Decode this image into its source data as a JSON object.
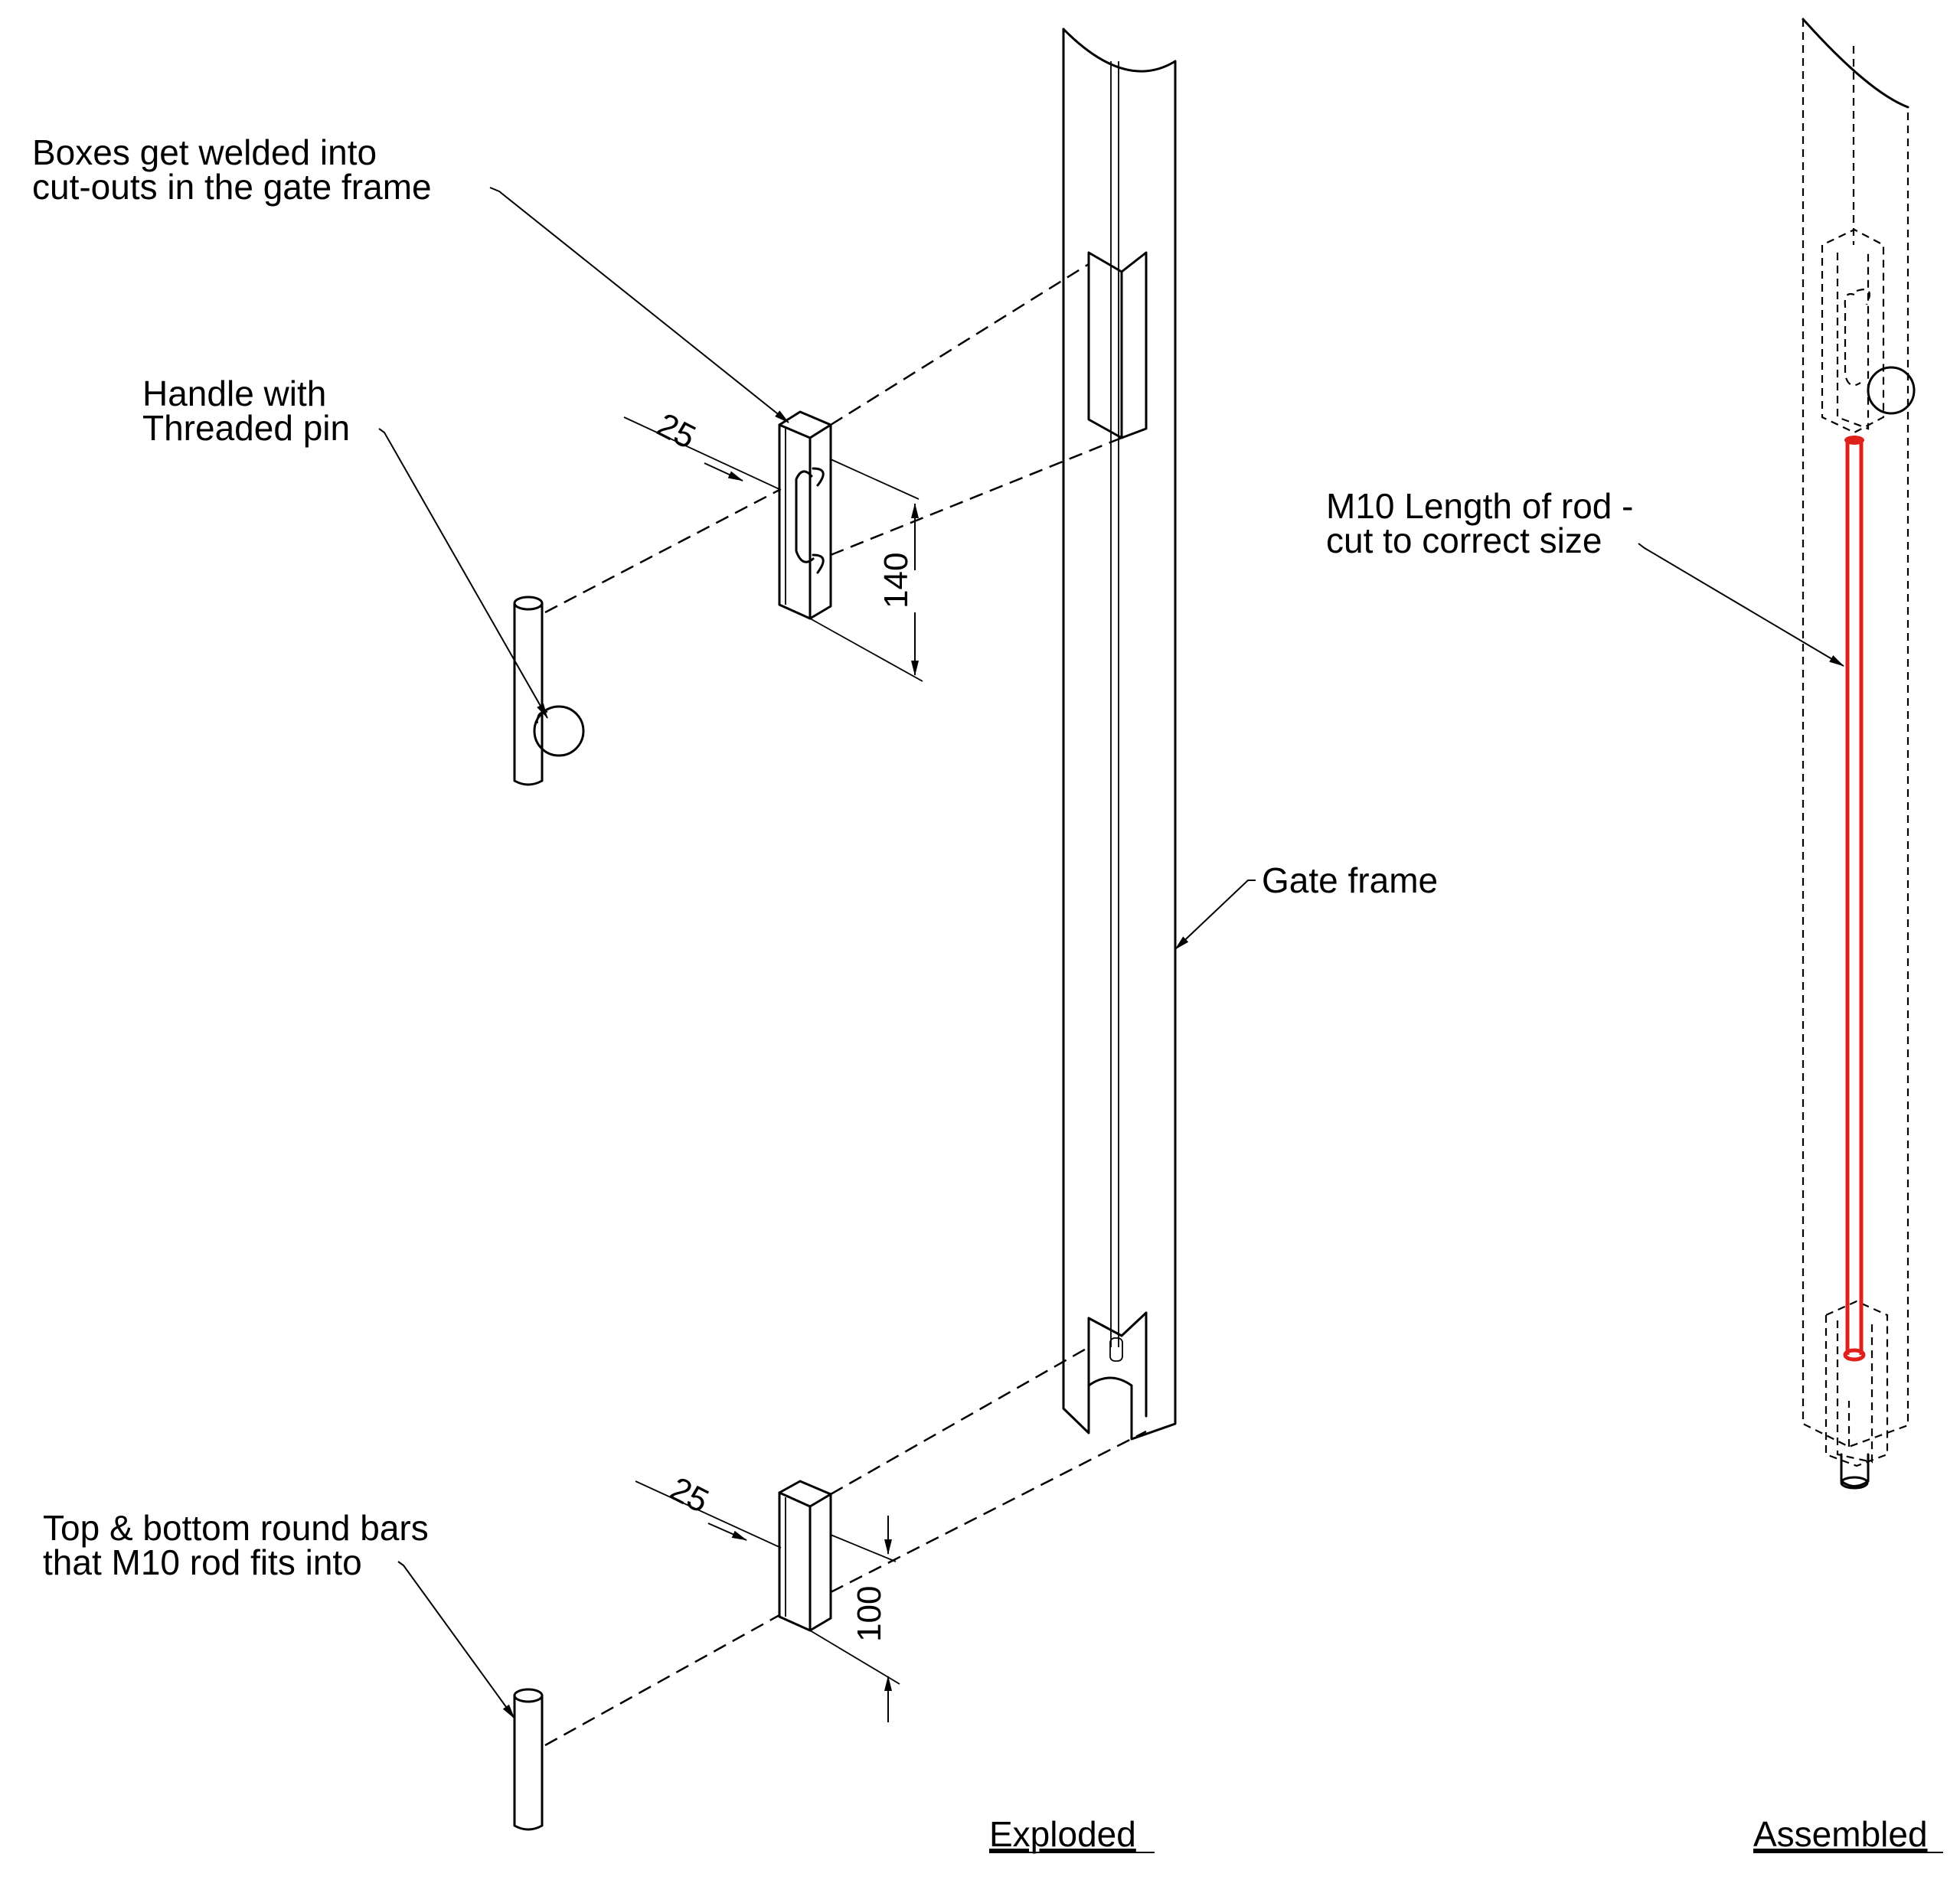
{
  "annotations": {
    "boxes_line1": "Boxes get welded into",
    "boxes_line2": "cut-outs in the gate frame",
    "handle_line1": "Handle with",
    "handle_line2": "Threaded pin",
    "bars_line1": "Top & bottom round bars",
    "bars_line2": "that M10 rod fits into",
    "gate_frame": "Gate frame",
    "rod_line1": "M10 Length of rod -",
    "rod_line2": "cut to correct size"
  },
  "dimensions": {
    "top_box_width": "25",
    "top_box_height": "140",
    "bottom_box_width": "25",
    "bottom_box_height": "100"
  },
  "views": {
    "exploded": "Exploded",
    "assembled": "Assembled"
  },
  "colors": {
    "line": "#000000",
    "rod_highlight": "#e0201a",
    "background": "#ffffff"
  }
}
